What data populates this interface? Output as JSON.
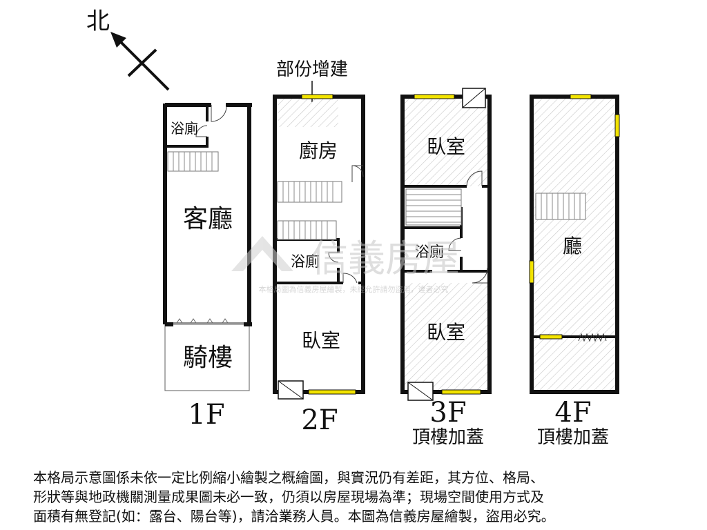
{
  "compass": {
    "north_label": "北"
  },
  "annotation": {
    "partial_extension": "部份增建"
  },
  "floors": [
    {
      "id": "1F",
      "label": "1F",
      "note": "",
      "rooms": [
        "浴廁",
        "客廳",
        "騎樓"
      ]
    },
    {
      "id": "2F",
      "label": "2F",
      "note": "",
      "rooms": [
        "廚房",
        "浴廁",
        "臥室"
      ]
    },
    {
      "id": "3F",
      "label": "3F",
      "note": "頂樓加蓋",
      "rooms": [
        "臥室",
        "浴廁",
        "臥室"
      ]
    },
    {
      "id": "4F",
      "label": "4F",
      "note": "頂樓加蓋",
      "rooms": [
        "廳"
      ]
    }
  ],
  "watermark": {
    "brand": "信義房屋",
    "notice": "本格局圖為信義房屋繪製，未經允許請勿盜用，違者必究"
  },
  "disclaimer": [
    "本格局示意圖係未依一定比例縮小繪製之概繪圖，與實況仍有差距，其方位、格局、",
    "形狀等與地政機關測量成果圖未必一致，仍須以房屋現場為準；現場空間使用方式及",
    "面積有無登記(如：露台、陽台等)，請洽業務人員。本圖為信義房屋繪製，盜用必究。"
  ]
}
